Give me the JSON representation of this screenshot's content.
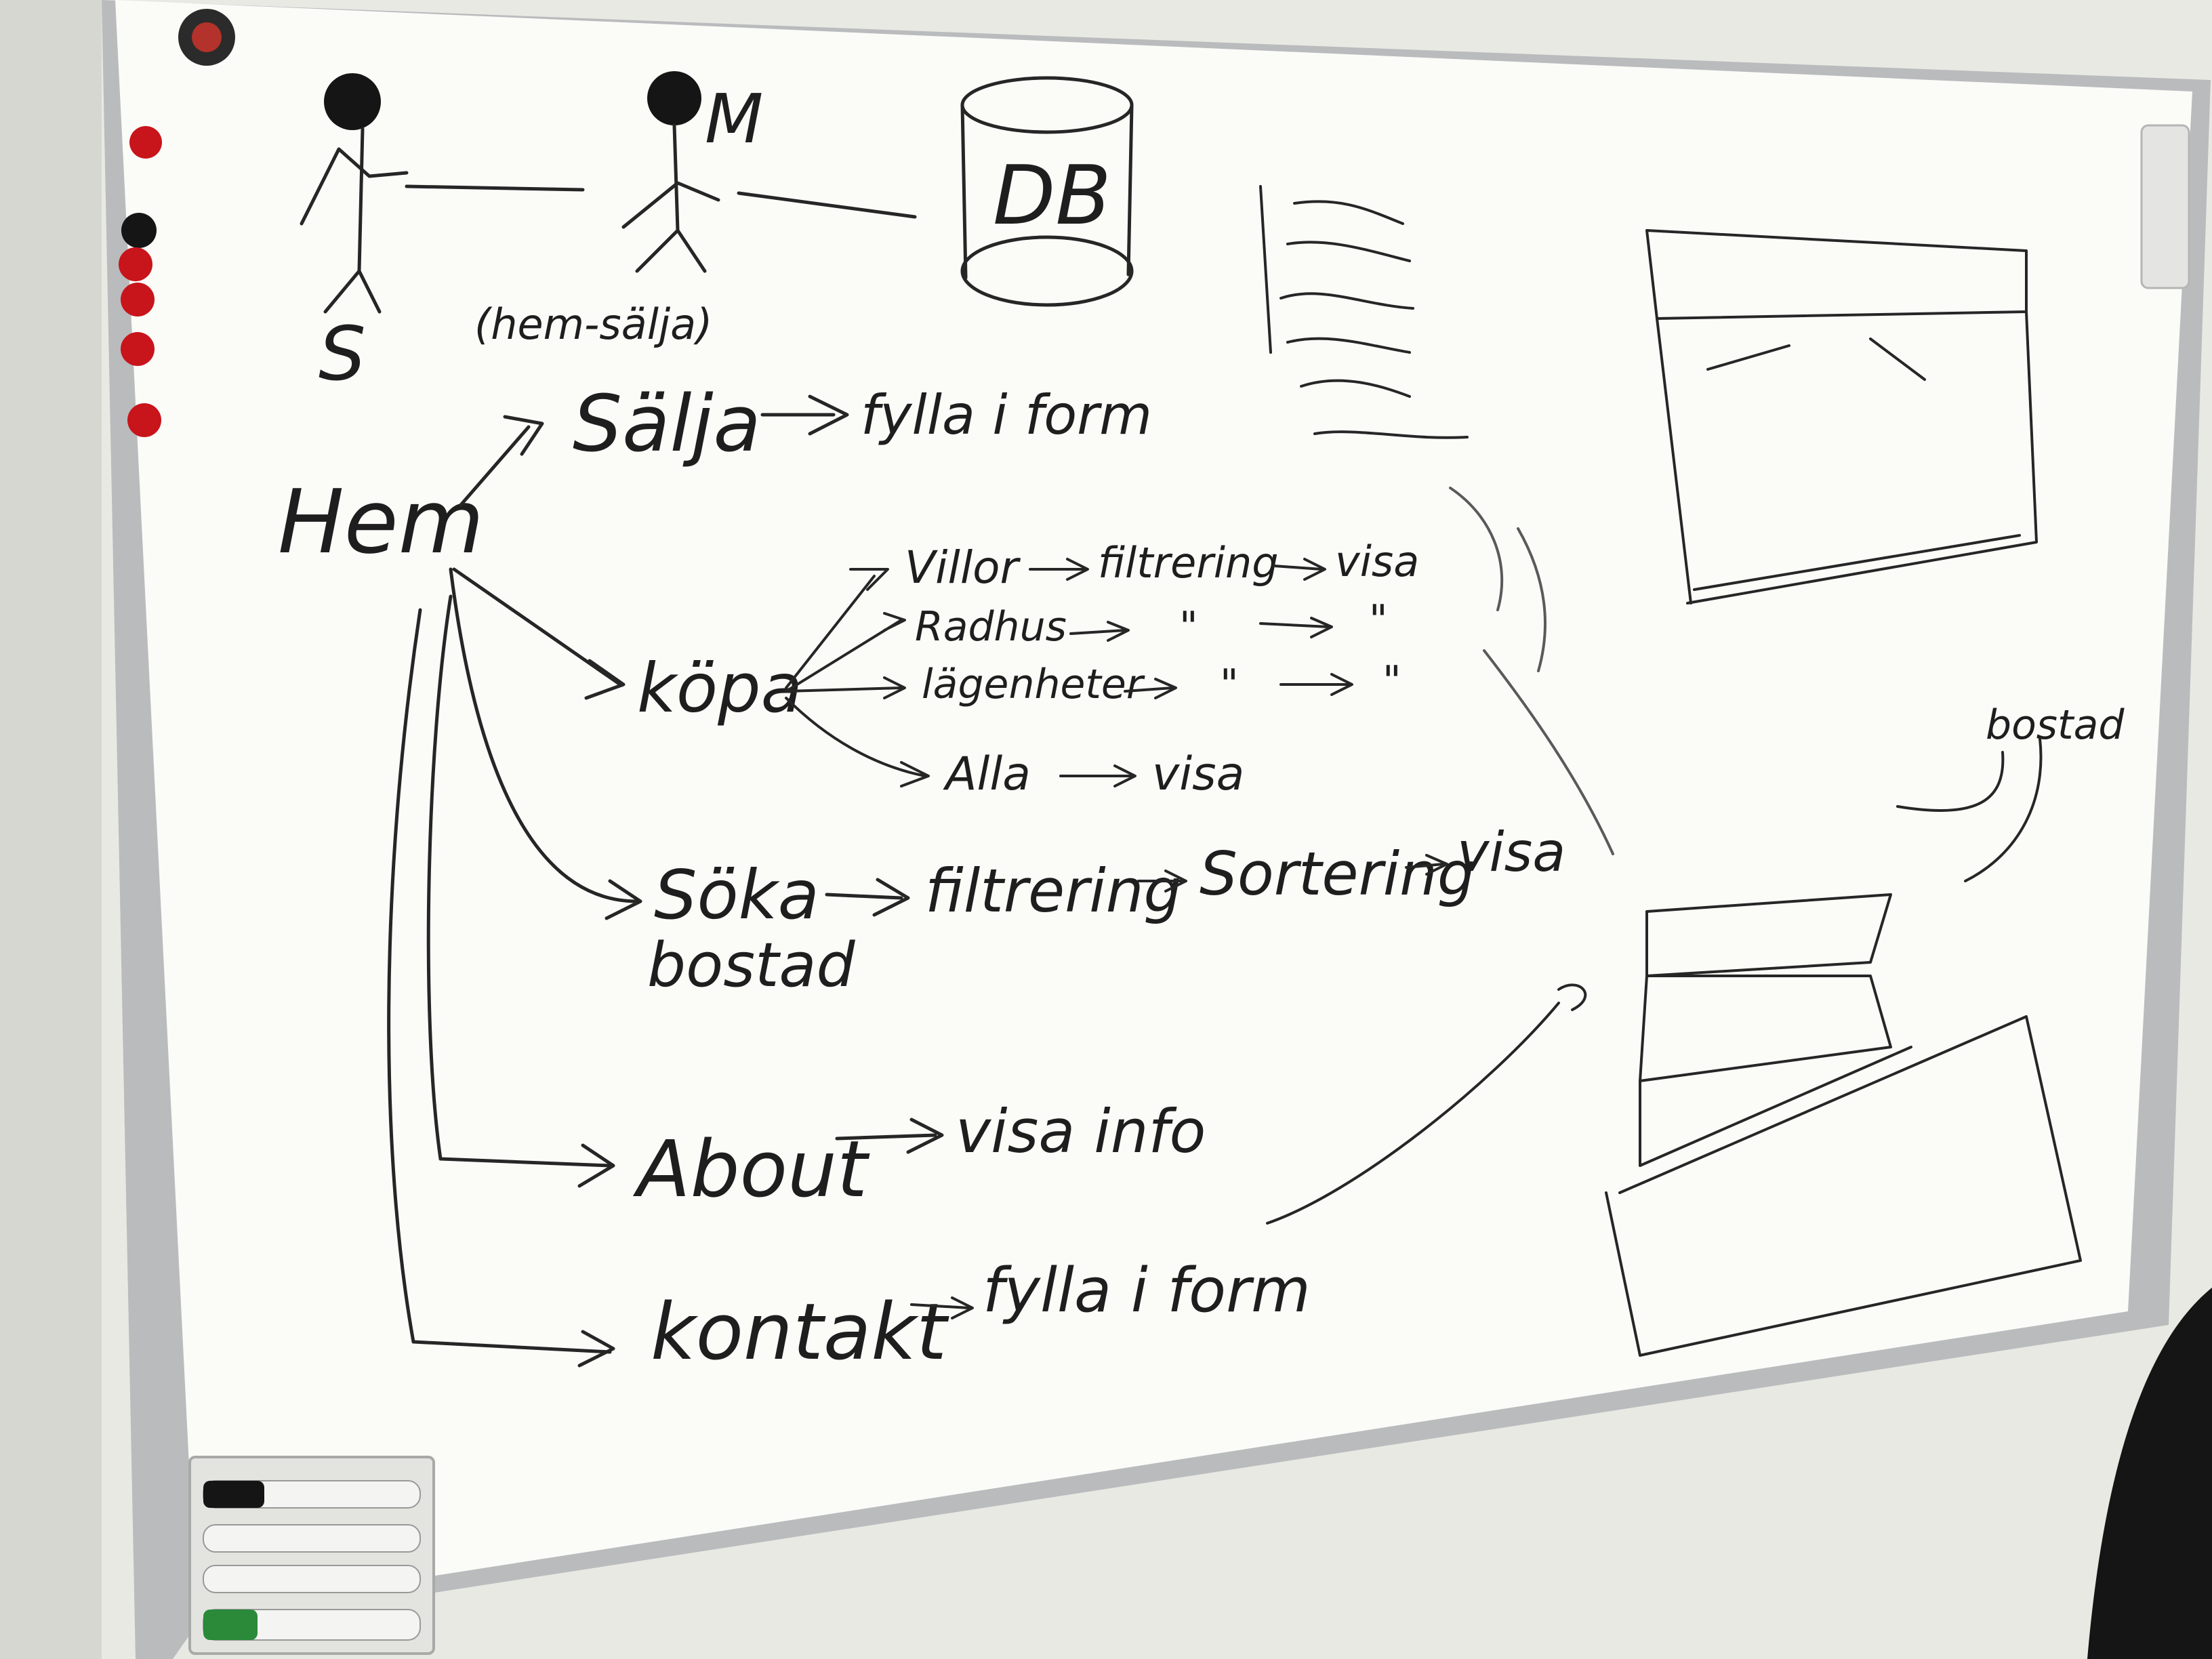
{
  "whiteboard": {
    "personas": {
      "buyer_label": "S",
      "seller_label": "M",
      "seller_caption": "(hem-sälja)",
      "database_label": "DB"
    },
    "flow": {
      "root": "Hem",
      "branches": {
        "salja": {
          "label": "Sälja",
          "next": "fylla i form"
        },
        "kopa": {
          "label": "köpa",
          "items": [
            {
              "label": "Villor",
              "step1": "filtrering",
              "step2": "visa"
            },
            {
              "label": "Radhus",
              "step1": "\"",
              "step2": "\""
            },
            {
              "label": "lägenheter",
              "step1": "\"",
              "step2": "\""
            },
            {
              "label": "Alla",
              "step1": "visa"
            }
          ]
        },
        "soka": {
          "label_line1": "Söka",
          "label_line2": "bostad",
          "step1": "filtrering",
          "step2": "Sortering",
          "step3": "visa"
        },
        "about": {
          "label": "About",
          "next": "visa info"
        },
        "kontakt": {
          "label": "kontakt",
          "next": "fylla i form"
        }
      }
    },
    "sketch_note": "bostad"
  },
  "colors": {
    "wall": "#e8e8e3",
    "board": "#fbfbf8",
    "ink": "#1e1e1e",
    "magnet_red": "#c8141b",
    "magnet_black": "#151515",
    "marker_green": "#2a8a3a"
  }
}
